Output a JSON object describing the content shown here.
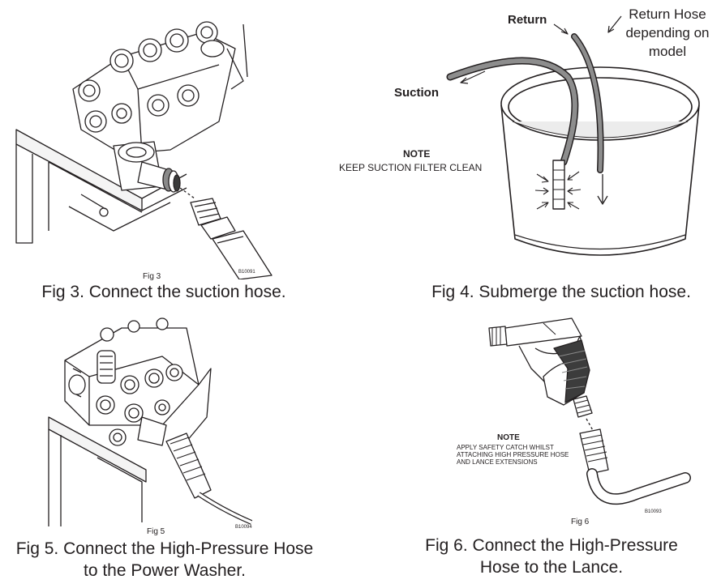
{
  "fig3": {
    "fig_label": "Fig 3",
    "code": "B10091",
    "caption": "Fig 3. Connect the suction hose."
  },
  "fig4": {
    "return_label": "Return",
    "return_hose_label": "Return Hose\ndepending on\nmodel",
    "suction_label": "Suction",
    "note_title": "NOTE",
    "note_body": "KEEP SUCTION FILTER CLEAN",
    "caption": "Fig 4. Submerge the suction hose."
  },
  "fig5": {
    "fig_label": "Fig 5",
    "code": "B10094",
    "caption_line1": "Fig 5. Connect the High-Pressure Hose",
    "caption_line2": "to the Power Washer."
  },
  "fig6": {
    "note_title": "NOTE",
    "note_body": "APPLY SAFETY CATCH WHILST\nATTACHING HIGH PRESSURE HOSE\nAND LANCE EXTENSIONS",
    "fig_label": "Fig 6",
    "code": "B10093",
    "caption_line1": "Fig 6. Connect the High-Pressure",
    "caption_line2": "Hose to the Lance."
  }
}
